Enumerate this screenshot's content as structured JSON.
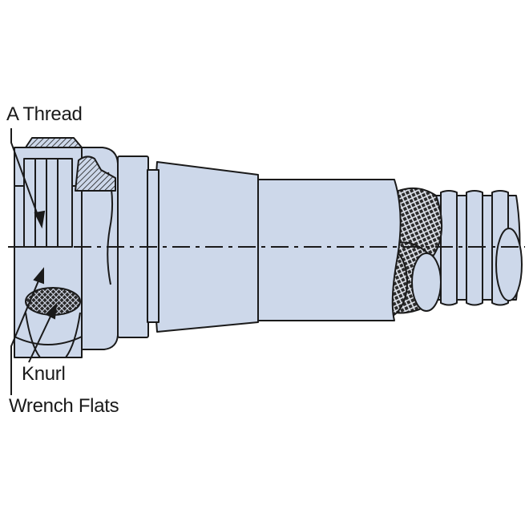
{
  "labels": {
    "a_thread": "A Thread",
    "knurl": "Knurl",
    "wrench_flats": "Wrench Flats"
  },
  "colors": {
    "fill": "#cdd8ea",
    "outline": "#1a1a1a",
    "background": "#ffffff"
  }
}
